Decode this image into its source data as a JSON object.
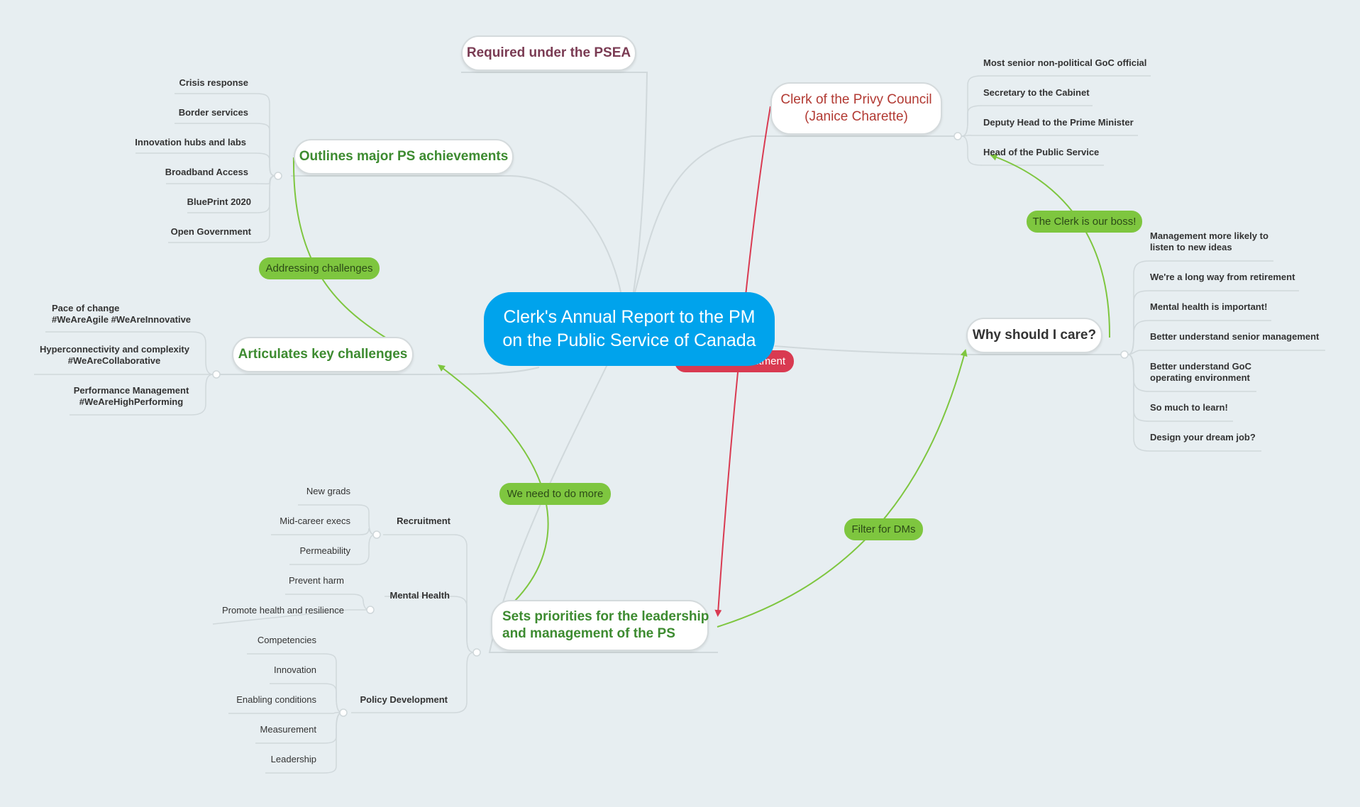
{
  "colors": {
    "background": "#e7eef1",
    "central_fill": "#00a3ec",
    "green_text": "#3d8b30",
    "maroon_text": "#7a3b53",
    "red_text": "#b23a33",
    "dark_text": "#333333",
    "connector": "#d0d8db",
    "green_relation": "#7ec63f",
    "red_relation": "#d93a51",
    "pill_green": "#7ec63f",
    "pill_red": "#d93a51"
  },
  "central": {
    "line1": "Clerk's Annual Report to the PM",
    "line2": "on the Public Service of Canada"
  },
  "topics": {
    "psea": "Required under the PSEA",
    "achievements": "Outlines major PS achievements",
    "challenges": "Articulates key challenges",
    "priorities_line1": "Sets priorities for the leadership",
    "priorities_line2": "and management of the PS",
    "clerk_line1": "Clerk of the Privy Council",
    "clerk_line2": "(Janice Charette)",
    "care": "Why should I care?"
  },
  "achievements_items": [
    "Crisis response",
    "Border services",
    "Innovation hubs and labs",
    "Broadband Access",
    "BluePrint 2020",
    "Open Government"
  ],
  "challenges_items": [
    {
      "line1": "Pace of change",
      "line2": "#WeAreAgile #WeAreInnovative"
    },
    {
      "line1": "Hyperconnectivity and complexity",
      "line2": "#WeAreCollaborative"
    },
    {
      "line1": "Performance Management",
      "line2": "#WeAreHighPerforming"
    }
  ],
  "clerk_items": [
    "Most senior non-political GoC official",
    "Secretary to the Cabinet",
    "Deputy Head to the Prime Minister",
    "Head of the Public Service"
  ],
  "care_items": [
    {
      "line1": "Management more likely to",
      "line2": "listen to new ideas"
    },
    {
      "line1": "We're a long way from retirement",
      "line2": ""
    },
    {
      "line1": "Mental health is important!",
      "line2": ""
    },
    {
      "line1": "Better understand senior management",
      "line2": ""
    },
    {
      "line1": "Better understand GoC",
      "line2": "operating environment"
    },
    {
      "line1": "So much to learn!",
      "line2": ""
    },
    {
      "line1": "Design your dream job?",
      "line2": ""
    }
  ],
  "priorities_groups": {
    "recruitment": {
      "label": "Recruitment",
      "items": [
        "New grads",
        "Mid-career execs",
        "Permeability"
      ]
    },
    "mental_health": {
      "label": "Mental Health",
      "items": [
        "Prevent harm",
        "Promote health and resilience"
      ]
    },
    "policy": {
      "label": "Policy Development",
      "items": [
        "Competencies",
        "Innovation",
        "Enabling conditions",
        "Measurement",
        "Leadership"
      ]
    }
  },
  "relations": {
    "addressing": "Addressing challenges",
    "boss": "The Clerk is our boss!",
    "more": "We need to do more",
    "filter": "Filter for DMs",
    "commitment": "Commitment"
  }
}
